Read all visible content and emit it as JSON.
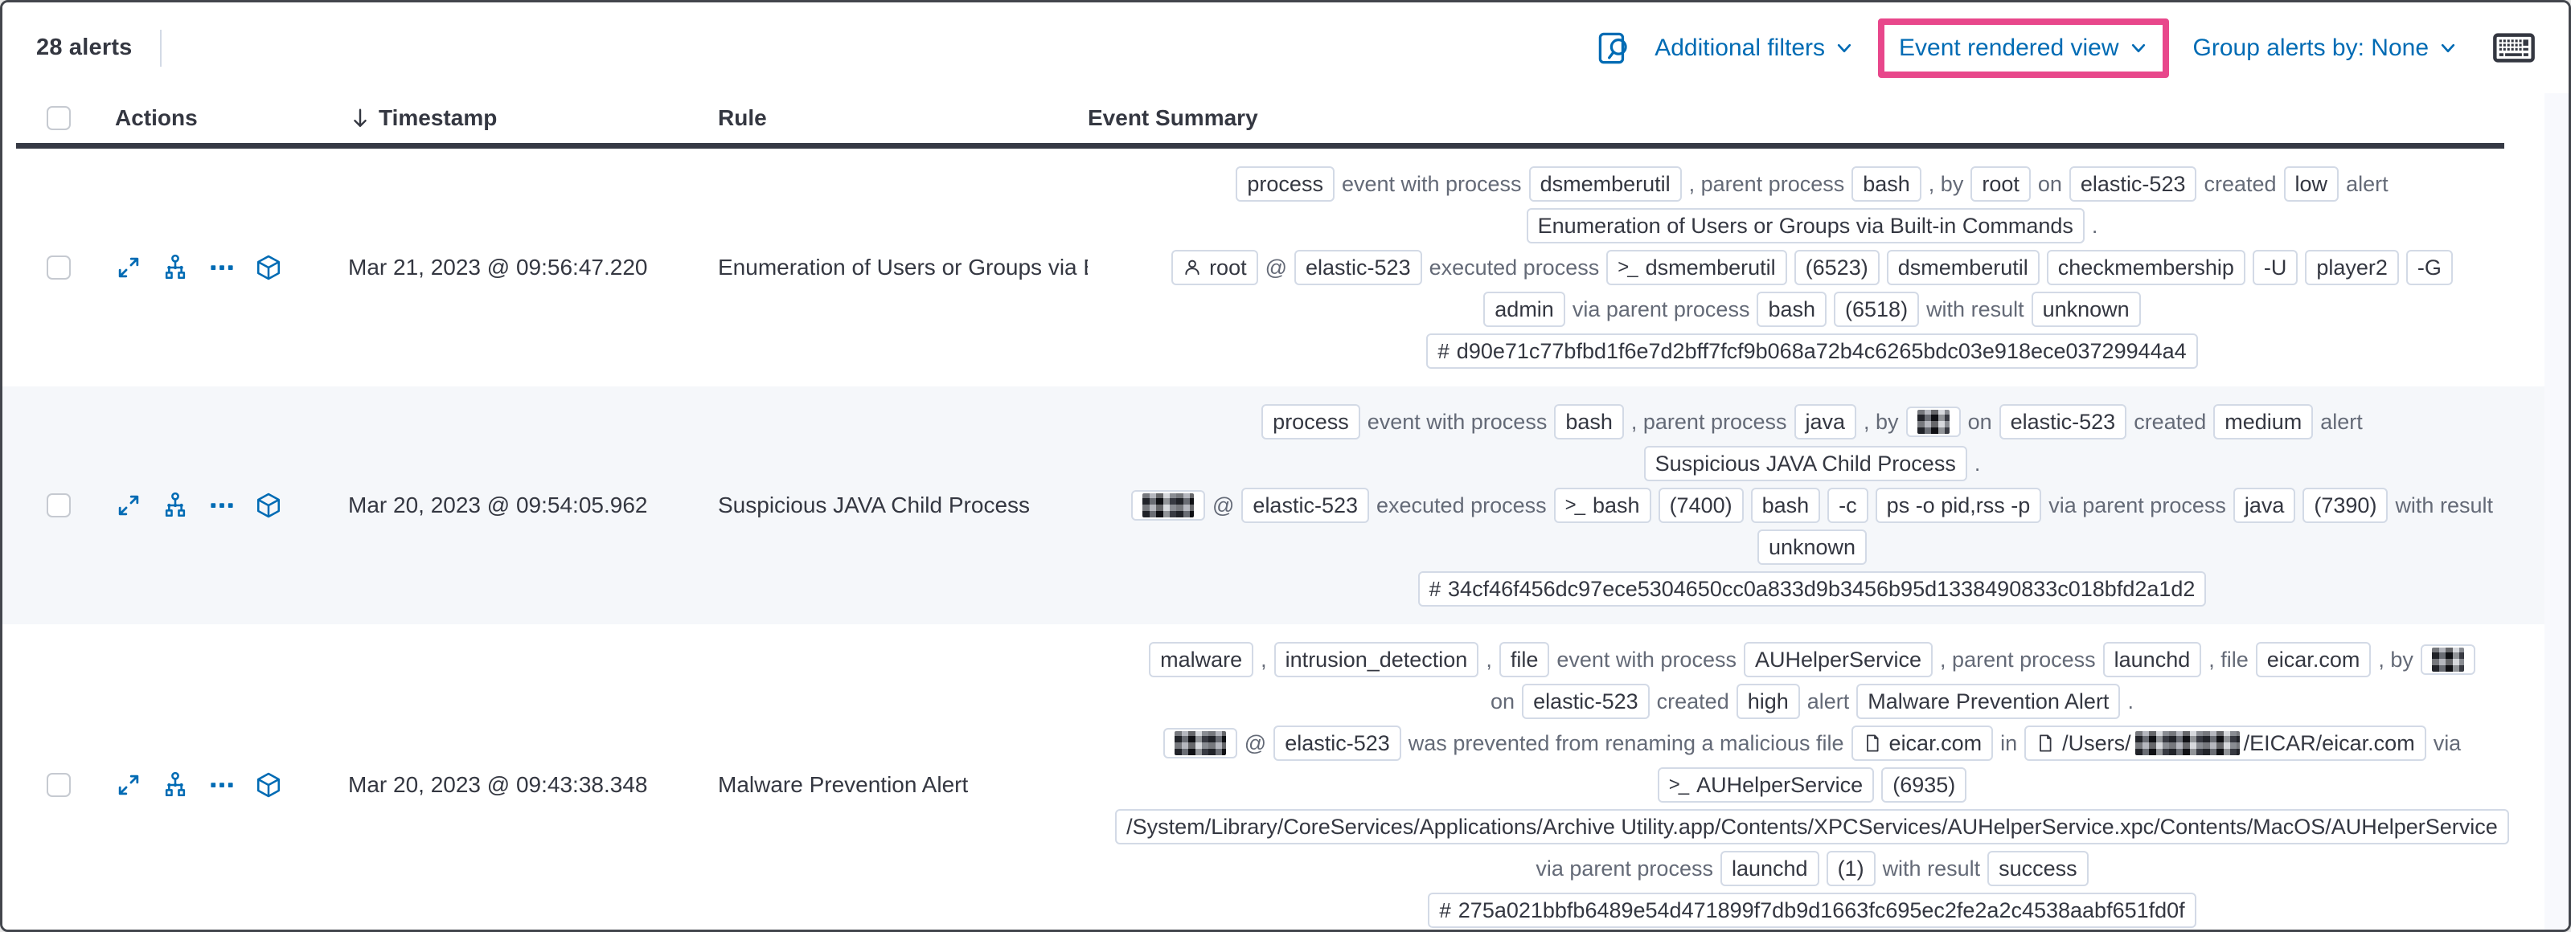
{
  "accent_colors": {
    "highlight_pink": "#e8478b",
    "link_blue": "#006bb4"
  },
  "toolbar": {
    "alert_count": "28 alerts",
    "inspect_icon": "inspect-icon",
    "additional_filters_label": "Additional filters",
    "view_selector_label": "Event rendered view",
    "group_by_label": "Group alerts by: None",
    "keyboard_icon": "keyboard-shortcuts-icon"
  },
  "table": {
    "headers": {
      "actions": "Actions",
      "timestamp": "Timestamp",
      "rule": "Rule",
      "event_summary": "Event Summary"
    },
    "sort_icon": "sort-descending-arrow-icon",
    "action_icons": [
      "expand-alert-icon",
      "analyze-event-icon",
      "more-actions-icon",
      "session-view-icon"
    ]
  },
  "rows": [
    {
      "timestamp": "Mar 21, 2023 @ 09:56:47.220",
      "rule": "Enumeration of Users or Groups via Bui",
      "summary": [
        [
          {
            "t": "badge",
            "v": "process"
          },
          {
            "t": "text",
            "v": "event with process"
          },
          {
            "t": "badge",
            "v": "dsmemberutil"
          },
          {
            "t": "text",
            "v": ", parent process"
          },
          {
            "t": "badge",
            "v": "bash"
          },
          {
            "t": "text",
            "v": ", by"
          },
          {
            "t": "badge",
            "v": "root"
          },
          {
            "t": "text",
            "v": "on"
          },
          {
            "t": "badge",
            "v": "elastic-523"
          },
          {
            "t": "text",
            "v": "created"
          },
          {
            "t": "badge",
            "v": "low"
          },
          {
            "t": "text",
            "v": "alert"
          }
        ],
        [
          {
            "t": "badge",
            "v": "Enumeration of Users or Groups via Built-in Commands"
          },
          {
            "t": "text",
            "v": "."
          }
        ],
        [
          {
            "t": "user",
            "v": "root"
          },
          {
            "t": "text",
            "v": "@"
          },
          {
            "t": "badge",
            "v": "elastic-523"
          },
          {
            "t": "text",
            "v": "executed process"
          },
          {
            "t": "term",
            "v": "dsmemberutil"
          },
          {
            "t": "badge",
            "v": "(6523)"
          },
          {
            "t": "badge",
            "v": "dsmemberutil"
          },
          {
            "t": "badge",
            "v": "checkmembership"
          },
          {
            "t": "badge",
            "v": "-U"
          },
          {
            "t": "badge",
            "v": "player2"
          },
          {
            "t": "badge",
            "v": "-G"
          }
        ],
        [
          {
            "t": "badge",
            "v": "admin"
          },
          {
            "t": "text",
            "v": "via parent process"
          },
          {
            "t": "badge",
            "v": "bash"
          },
          {
            "t": "badge",
            "v": "(6518)"
          },
          {
            "t": "text",
            "v": "with result"
          },
          {
            "t": "badge",
            "v": "unknown"
          }
        ],
        [
          {
            "t": "hash",
            "v": "d90e71c77bfbd1f6e7d2bff7fcf9b068a72b4c6265bdc03e918ece03729944a4"
          }
        ]
      ]
    },
    {
      "timestamp": "Mar 20, 2023 @ 09:54:05.962",
      "rule": "Suspicious JAVA Child Process",
      "summary": [
        [
          {
            "t": "badge",
            "v": "process"
          },
          {
            "t": "text",
            "v": "event with process"
          },
          {
            "t": "badge",
            "v": "bash"
          },
          {
            "t": "text",
            "v": ", parent process"
          },
          {
            "t": "badge",
            "v": "java"
          },
          {
            "t": "text",
            "v": ", by"
          },
          {
            "t": "redact"
          },
          {
            "t": "text",
            "v": "on"
          },
          {
            "t": "badge",
            "v": "elastic-523"
          },
          {
            "t": "text",
            "v": "created"
          },
          {
            "t": "badge",
            "v": "medium"
          },
          {
            "t": "text",
            "v": "alert"
          }
        ],
        [
          {
            "t": "badge",
            "v": "Suspicious JAVA Child Process"
          },
          {
            "t": "text",
            "v": "."
          }
        ],
        [
          {
            "t": "userRedact"
          },
          {
            "t": "text",
            "v": "@"
          },
          {
            "t": "badge",
            "v": "elastic-523"
          },
          {
            "t": "text",
            "v": "executed process"
          },
          {
            "t": "term",
            "v": "bash"
          },
          {
            "t": "badge",
            "v": "(7400)"
          },
          {
            "t": "badge",
            "v": "bash"
          },
          {
            "t": "badge",
            "v": "-c"
          },
          {
            "t": "badge",
            "v": "ps -o pid,rss -p"
          },
          {
            "t": "text",
            "v": "via parent process"
          },
          {
            "t": "badge",
            "v": "java"
          },
          {
            "t": "badge",
            "v": "(7390)"
          },
          {
            "t": "text",
            "v": "with result"
          }
        ],
        [
          {
            "t": "badge",
            "v": "unknown"
          }
        ],
        [
          {
            "t": "hash",
            "v": "34cf46f456dc97ece5304650cc0a833d9b3456b95d1338490833c018bfd2a1d2"
          }
        ]
      ]
    },
    {
      "timestamp": "Mar 20, 2023 @ 09:43:38.348",
      "rule": "Malware Prevention Alert",
      "summary": [
        [
          {
            "t": "badge",
            "v": "malware"
          },
          {
            "t": "text",
            "v": ","
          },
          {
            "t": "badge",
            "v": "intrusion_detection"
          },
          {
            "t": "text",
            "v": ","
          },
          {
            "t": "badge",
            "v": "file"
          },
          {
            "t": "text",
            "v": "event with process"
          },
          {
            "t": "badge",
            "v": "AUHelperService"
          },
          {
            "t": "text",
            "v": ", parent process"
          },
          {
            "t": "badge",
            "v": "launchd"
          },
          {
            "t": "text",
            "v": ", file"
          },
          {
            "t": "badge",
            "v": "eicar.com"
          },
          {
            "t": "text",
            "v": ", by"
          },
          {
            "t": "redact"
          }
        ],
        [
          {
            "t": "text",
            "v": "on"
          },
          {
            "t": "badge",
            "v": "elastic-523"
          },
          {
            "t": "text",
            "v": "created"
          },
          {
            "t": "badge",
            "v": "high"
          },
          {
            "t": "text",
            "v": "alert"
          },
          {
            "t": "badge",
            "v": "Malware Prevention Alert"
          },
          {
            "t": "text",
            "v": "."
          }
        ],
        [
          {
            "t": "userRedact"
          },
          {
            "t": "text",
            "v": "@"
          },
          {
            "t": "badge",
            "v": "elastic-523"
          },
          {
            "t": "text",
            "v": "was prevented from renaming a malicious file"
          },
          {
            "t": "file",
            "v": "eicar.com"
          },
          {
            "t": "text",
            "v": "in"
          },
          {
            "t": "fileRedact",
            "pre": "/Users/",
            "post": "/EICAR/eicar.com"
          },
          {
            "t": "text",
            "v": "via"
          }
        ],
        [
          {
            "t": "term",
            "v": "AUHelperService"
          },
          {
            "t": "badge",
            "v": "(6935)"
          }
        ],
        [
          {
            "t": "badge",
            "v": "/System/Library/CoreServices/Applications/Archive Utility.app/Contents/XPCServices/AUHelperService.xpc/Contents/MacOS/AUHelperService"
          }
        ],
        [
          {
            "t": "text",
            "v": "via parent process"
          },
          {
            "t": "badge",
            "v": "launchd"
          },
          {
            "t": "badge",
            "v": "(1)"
          },
          {
            "t": "text",
            "v": "with result"
          },
          {
            "t": "badge",
            "v": "success"
          }
        ],
        [
          {
            "t": "hash",
            "v": "275a021bbfb6489e54d471899f7db9d1663fc695ec2fe2a2c4538aabf651fd0f"
          }
        ]
      ]
    }
  ]
}
